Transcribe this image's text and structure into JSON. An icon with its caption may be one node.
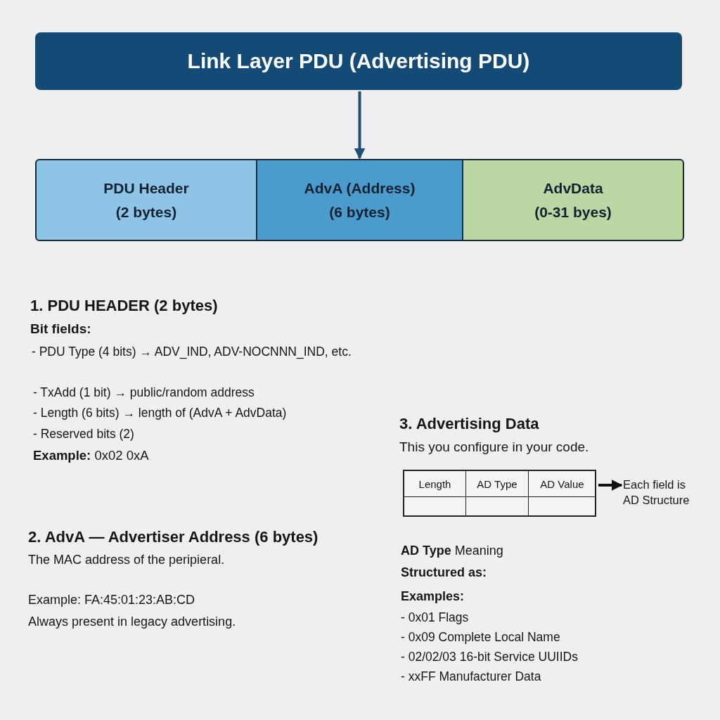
{
  "diagram": {
    "nodes": [
      {
        "text": [
          "Link Layer PDU (Advertising PDU)"
        ]
      },
      {
        "text": [
          "PDU Header",
          "(2 bytes)"
        ]
      },
      {
        "text": [
          "AdvA (Address)",
          "(6 bytes)"
        ]
      },
      {
        "text": [
          "AdvData",
          "(0-31 byes)"
        ]
      },
      {
        "text": [
          "Length",
          "AD Type",
          "AD Value"
        ]
      },
      {
        "text": [
          "Each field is AD Structure"
        ]
      }
    ],
    "edges": [
      {
        "from": 0,
        "to": 2,
        "arrow": "to",
        "color": "#1f4e79"
      },
      {
        "from": 4,
        "to": 5,
        "arrow": "to",
        "color": "#111111"
      }
    ],
    "labels": [
      "1. PDU HEADER (2 bytes)",
      "Bit fields:",
      "- PDU Type (4 bits) → ADV_IND, ADV-NOCNNN_IND, etc.",
      "- TxAdd (1 bit) → public/random address",
      "- Length (6 bits) → length of (AdvA + AdvData)",
      "- Reserved bits (2)",
      "**Example:** 0x02 0xA",
      "3. Advertising Data",
      "This you configure in your code.",
      "2. AdvA — Advertiser Address (6 bytes)",
      "The MAC address of the peripieral.",
      "Example: FA:45:01:23:AB:CD",
      "Always present in legacy advertising.",
      "**AD Type** Meaning",
      "Structured as:",
      "Examples:",
      "- 0x01 Flags",
      "- 0x09 Complete Local Name",
      "- 02/02/03 16-bit Service UUIIDs",
      "- xxFF Manufacturer Data"
    ]
  }
}
